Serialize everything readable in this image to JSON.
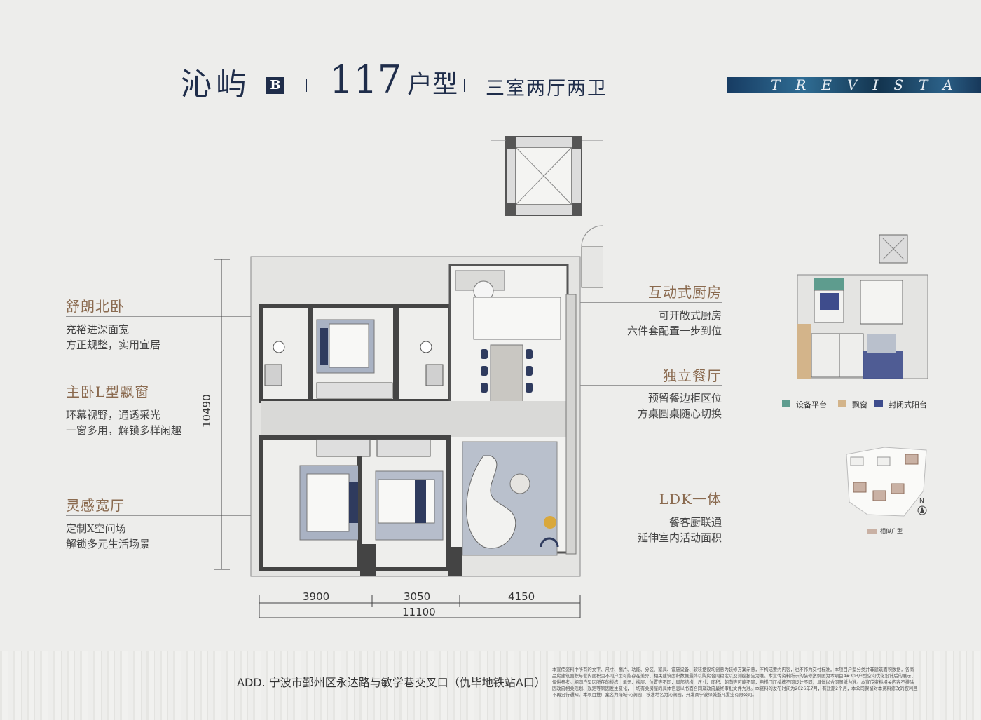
{
  "header": {
    "name": "沁屿",
    "badge": "B",
    "area": "117",
    "area_unit": "户型",
    "rooms": "三室两厅两卫",
    "brand": "TREVISTA"
  },
  "features_left": [
    {
      "title": "舒朗北卧",
      "lines": [
        "充裕进深面宽",
        "方正规整，实用宜居"
      ]
    },
    {
      "title": "主卧L型飘窗",
      "lines": [
        "环幕视野，通透采光",
        "一窗多用，解锁多样闲趣"
      ]
    },
    {
      "title": "灵感宽厅",
      "lines": [
        "定制X空间场",
        "解锁多元生活场景"
      ]
    }
  ],
  "features_right": [
    {
      "title": "互动式厨房",
      "lines": [
        "可开敞式厨房",
        "六件套配置一步到位"
      ]
    },
    {
      "title": "独立餐厅",
      "lines": [
        "预留餐边柜区位",
        "方桌圆桌随心切换"
      ]
    },
    {
      "title": "LDK一体",
      "lines": [
        "餐客厨联通",
        "延伸室内活动面积"
      ]
    }
  ],
  "dimensions": {
    "height": "10490",
    "widths": [
      "3900",
      "3050",
      "4150"
    ],
    "total": "11100"
  },
  "legend": [
    {
      "label": "设备平台",
      "color": "#5e9c8e"
    },
    {
      "label": "飘窗",
      "color": "#d3b48a"
    },
    {
      "label": "封闭式阳台",
      "color": "#3e4c8c"
    }
  ],
  "siteplan": {
    "similar_label": "相似户型",
    "north": "N",
    "similar_color": "#c9b1a4"
  },
  "footer": {
    "address": "ADD. 宁波市鄞州区永达路与敏学巷交叉口（仇毕地铁站A口）",
    "disclaimer": "本宣传资料中所有的文字、尺寸、图片、功能、分区、家具、设施设备、软装摆设均创意为装修方案示意，不构成要约内容，也不作为交付标准。本项目户型分类并非建筑面积数据，各商品房建筑面积与套内面积因不同户型可能存在差异，相关建筑面积数据最终以购房合同约定以及测绘报告为准。本宣传资料所示的装修案例图为本项目4#303户型空间优化设计后的展示，仅供参考。相同户型因所在的楼栋、单元、楼层、位置等不同，局部结构、尺寸、面积、朝向等可能不同，电梯门厅楼栋不同设计不同，具体以合同图纸为准。本宣传资料相关内容不排除因政府相关规划、规定等原因发生变化，一切有关房屋的具体信息以书面合同及政府最终审批文件为准。本资料的发布时间为2026年7月，有效期2个月，本公司保留对本资料修改的权利且不再另行通知。本项目推广案名为绿城·沁澜园，核准地名为沁澜园，开发商宁波绿城浙凡置业有限公司。"
  }
}
